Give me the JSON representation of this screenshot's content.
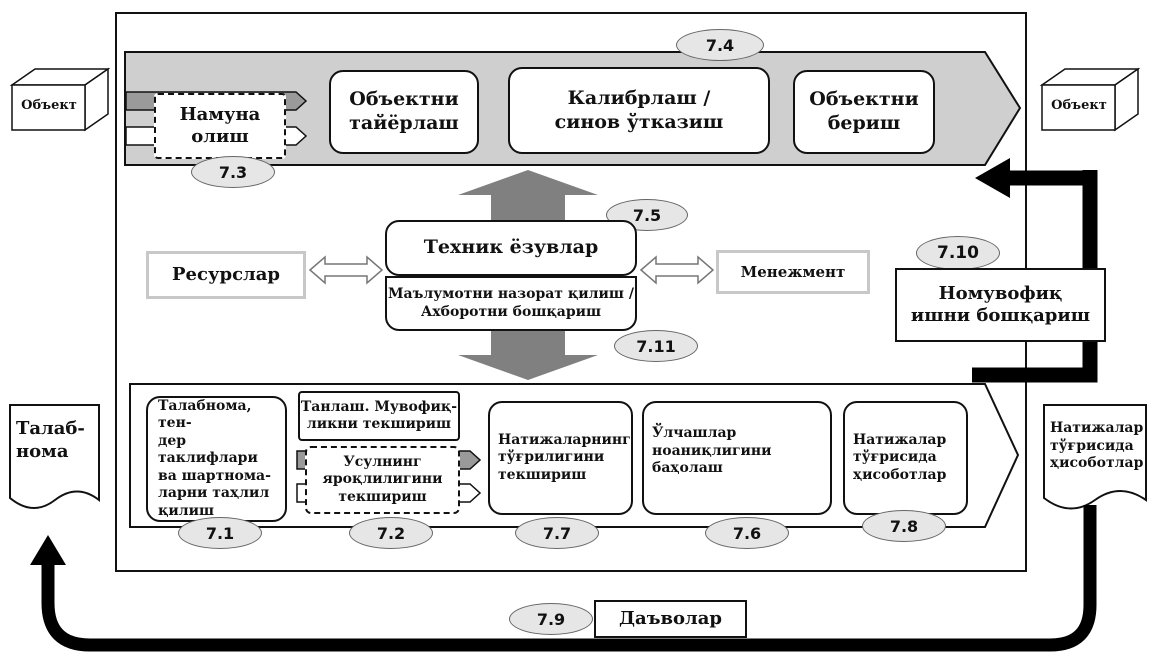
{
  "colors": {
    "process_band": "#cfcfcf",
    "arrow_gray": "#808080",
    "tag_fill": "#e6e6e6",
    "resource_border": "#c8c8c8"
  },
  "top_band": {
    "tag": "7.4",
    "sampling": {
      "label": "Намуна\nолиш",
      "tag": "7.3"
    },
    "preparation": "Объектни\nтайёрлаш",
    "calibration": "Калибрлаш /\nсинов ўтказиш",
    "handover": "Объектни\nбериш"
  },
  "object_in": "Объект",
  "object_out": "Объект",
  "center": {
    "tech_records": "Техник ёзувлар",
    "tech_records_tag": "7.5",
    "data_control": "Маълумотни назорат қилиш /\nАхборотни бошқариш",
    "data_control_tag": "7.11",
    "resources": "Ресурслар",
    "management": "Менежмент"
  },
  "nonconforming": {
    "label": "Номувофиқ\nишни бошқариш",
    "tag": "7.10"
  },
  "bottom_band": {
    "review": {
      "label": "Талабнома, тен-\nдер таклифлари\nва шартнома-\nларни таҳлил\nқилиш",
      "tag": "7.1"
    },
    "method_select": "Танлаш. Мувофиқ-\nликни текшириш",
    "method_valid": {
      "label": "Усулнинг\nяроқлилигини\nтекшириш",
      "tag": "7.2"
    },
    "validity": {
      "label": "Натижаларнинг\nтўғрилигини\nтекшириш",
      "tag": "7.7"
    },
    "uncertainty": {
      "label": "Ўлчашлар\nноаниқлигини\nбаҳолаш",
      "tag": "7.6"
    },
    "reports": {
      "label": "Натижалар\nтўғрисида\nҳисоботлар",
      "tag": "7.8"
    }
  },
  "request_doc": "Талаб-\nнома",
  "reports_doc": "Натижалар\nтўғрисида\nҳисоботлар",
  "complaints": {
    "label": "Даъволар",
    "tag": "7.9"
  }
}
